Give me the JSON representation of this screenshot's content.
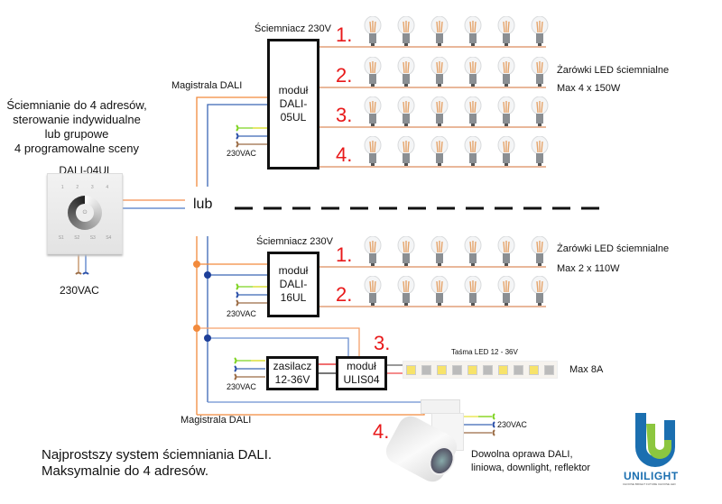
{
  "controller": {
    "description_lines": [
      "Ściemnianie do 4 adresów,",
      "sterowanie indywidualne",
      "lub grupowe",
      "4 programowalne sceny"
    ],
    "model": "DALI-04UL",
    "keys_top": [
      "1",
      "2",
      "3",
      "4"
    ],
    "keys_bottom": [
      "S1",
      "S2",
      "S3",
      "S4"
    ],
    "supply": "230VAC"
  },
  "separator_label": "lub",
  "top_section": {
    "bus_label": "Magistrala DALI",
    "dimmer_title": "Ściemniacz 230V",
    "module_lines": [
      "moduł",
      "DALI-",
      "05UL"
    ],
    "supply": "230VAC",
    "channels": [
      "1.",
      "2.",
      "3.",
      "4."
    ],
    "bulbs_per_row": 6,
    "load_title": "Żarówki LED ściemnialne",
    "load_max": "Max 4 x 150W"
  },
  "bottom_section": {
    "dimmer_title": "Ściemniacz 230V",
    "module_lines": [
      "moduł",
      "DALI-",
      "16UL"
    ],
    "supply": "230VAC",
    "channels": [
      "1.",
      "2."
    ],
    "bulbs_per_row": 6,
    "load_title": "Żarówki LED ściemnialne",
    "load_max": "Max 2 x 110W",
    "ch3": {
      "number": "3.",
      "psu_lines": [
        "zasilacz",
        "12-36V"
      ],
      "module_lines": [
        "moduł",
        "ULIS04"
      ],
      "supply": "230VAC",
      "strip_label": "Taśma LED 12 - 36V",
      "strip_max": "Max 8A"
    },
    "ch4": {
      "number": "4.",
      "supply": "230VAC",
      "fixture_lines": [
        "Dowolna oprawa DALI,",
        "liniowa, downlight, reflektor"
      ]
    },
    "bus_label": "Magistrala DALI"
  },
  "footer": {
    "lines": [
      "Najprostszy system ściemniania DALI.",
      "Maksymalnie do 4 adresów."
    ]
  },
  "logo": {
    "name": "UNILIGHT",
    "tagline": "CHOOSE BRIGHT FUTURE CHOOSE LED"
  },
  "colors": {
    "dali_orange": "#f28a3c",
    "dali_blue": "#3b66b5",
    "load_wire": "#e9b79a",
    "channel_red": "#e8191a",
    "earth_green": "#7ed321",
    "neutral_blue": "#2a4fa8",
    "live_brown": "#9a6b44"
  }
}
